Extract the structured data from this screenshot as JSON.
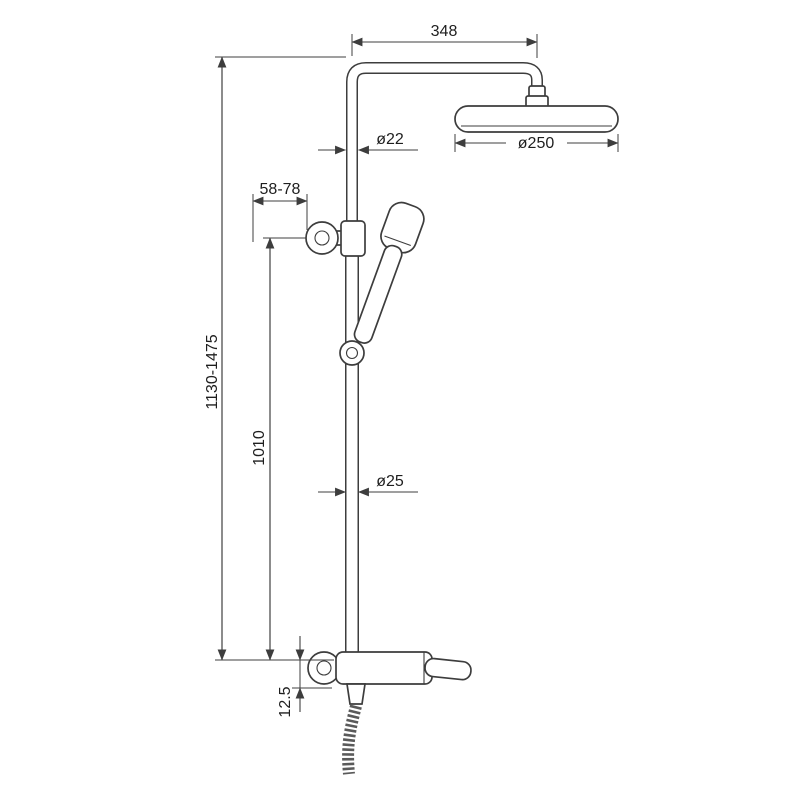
{
  "dims": {
    "arm_length": "348",
    "top_pipe_diameter": "ø22",
    "head_diameter": "ø250",
    "wall_bracket_range": "58-78",
    "overall_height_range": "1130-1475",
    "riser_length": "1010",
    "pipe_diameter": "ø25",
    "bottom_offset": "12.5"
  },
  "colors": {
    "line": "#3d3d3d",
    "dimension": "#3f3f3f",
    "text": "#1e1e1e",
    "background": "#ffffff"
  }
}
